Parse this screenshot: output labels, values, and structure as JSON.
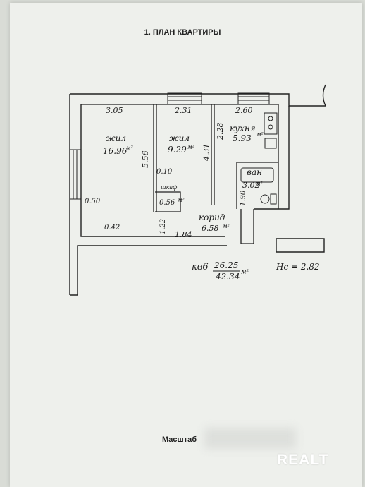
{
  "document": {
    "title": "1. ПЛАН КВАРТИРЫ",
    "scale_label": "Масштаб",
    "watermark": "REALT"
  },
  "dimensions": {
    "d1": "3.05",
    "d2": "2.31",
    "d3": "2.60",
    "d4": "5.56",
    "d5": "4.31",
    "d6": "2.28",
    "d7": "0.10",
    "d8": "0.50",
    "d9": "0.42",
    "d10": "1.22",
    "d11": "1.84",
    "d12": "1.90"
  },
  "rooms": {
    "living1_name": "жил",
    "living1_area": "16.96",
    "living2_name": "жил",
    "living2_area": "9.29",
    "kitchen_name": "кухня",
    "kitchen_area": "5.93",
    "bath_name": "ван",
    "bath_area": "3.02",
    "closet_area": "0.56",
    "closet_label": "шкаф",
    "corridor_name": "корид",
    "corridor_area": "6.58"
  },
  "totals": {
    "apartment_label": "кв6",
    "living_area": "26.25",
    "total_area": "42.34",
    "height_label": "Нс = 2.82"
  }
}
